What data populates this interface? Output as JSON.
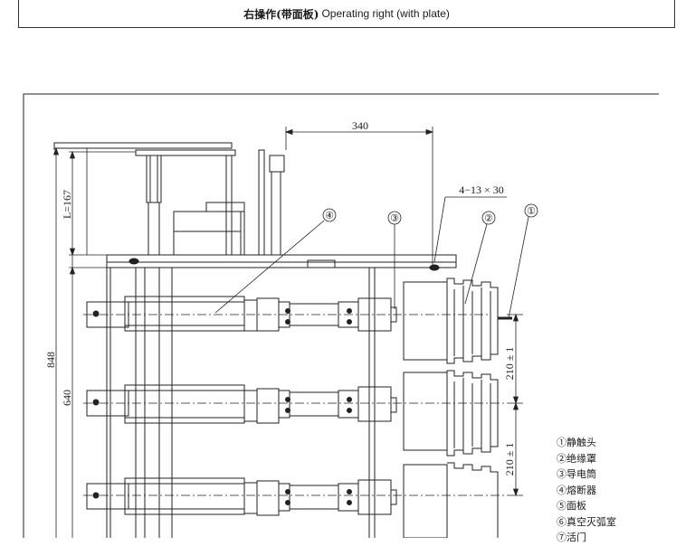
{
  "header": {
    "title_cn": "右操作(带面板)",
    "title_en": "Operating right (with plate)"
  },
  "dimensions": {
    "top_width": "340",
    "hole_spec": "4−13 × 30",
    "left_top": "L=167",
    "total_height": "848",
    "mid_height": "640",
    "pitch_1": "210 ± 1",
    "pitch_2": "210 ± 1"
  },
  "callouts": [
    "①",
    "②",
    "③",
    "④"
  ],
  "legend": [
    "①静触头",
    "②绝缘罩",
    "③导电筒",
    "④熔断器",
    "⑤面板",
    "⑥真空灭弧室",
    "⑦活门"
  ]
}
